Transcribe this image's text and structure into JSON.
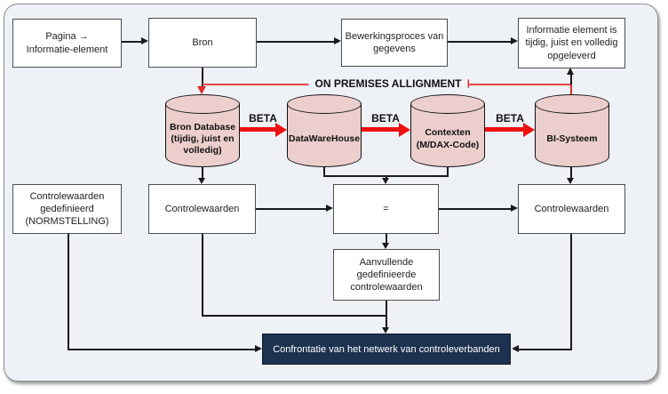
{
  "diagram": {
    "top_row": {
      "pagina_box": "Pagina →\nInformatie-element",
      "bron_box": "Bron",
      "bewerkingsproces_box": "Bewerkingsproces van\ngegevens",
      "informatie_box": "Informatie element is\ntijdig, juist en volledig\nopgeleverd"
    },
    "alignment_label": "ON PREMISES ALLIGNMENT",
    "beta_labels": [
      "BETA",
      "BETA",
      "BETA"
    ],
    "cylinders": [
      {
        "label": "Bron Database\n(tijdig, juist en\nvolledig)"
      },
      {
        "label": "DataWareHouse"
      },
      {
        "label": "Contexten\n(M/DAX-Code)"
      },
      {
        "label": "BI-Systeem"
      }
    ],
    "middle_row": {
      "norm_box": "Controlewaarden\ngedefinieerd\n(NORMSTELLING)",
      "controlewaarden_bron_box": "Controlewaarden",
      "equals_box": "=",
      "controlewaarden_bi_box": "Controlewaarden"
    },
    "aanvullende_box": "Aanvullende\ngedefinieerde\ncontrolewaarden",
    "confrontatie_box": "Confrontatie van het netwerk van controleverbanden"
  },
  "colors": {
    "canvas_background": "#eef1f6",
    "box_border": "#4d4d4d",
    "cylinder_fill": "#eccfcd",
    "accent_red": "#ee1111",
    "navy": "#1d3250"
  }
}
